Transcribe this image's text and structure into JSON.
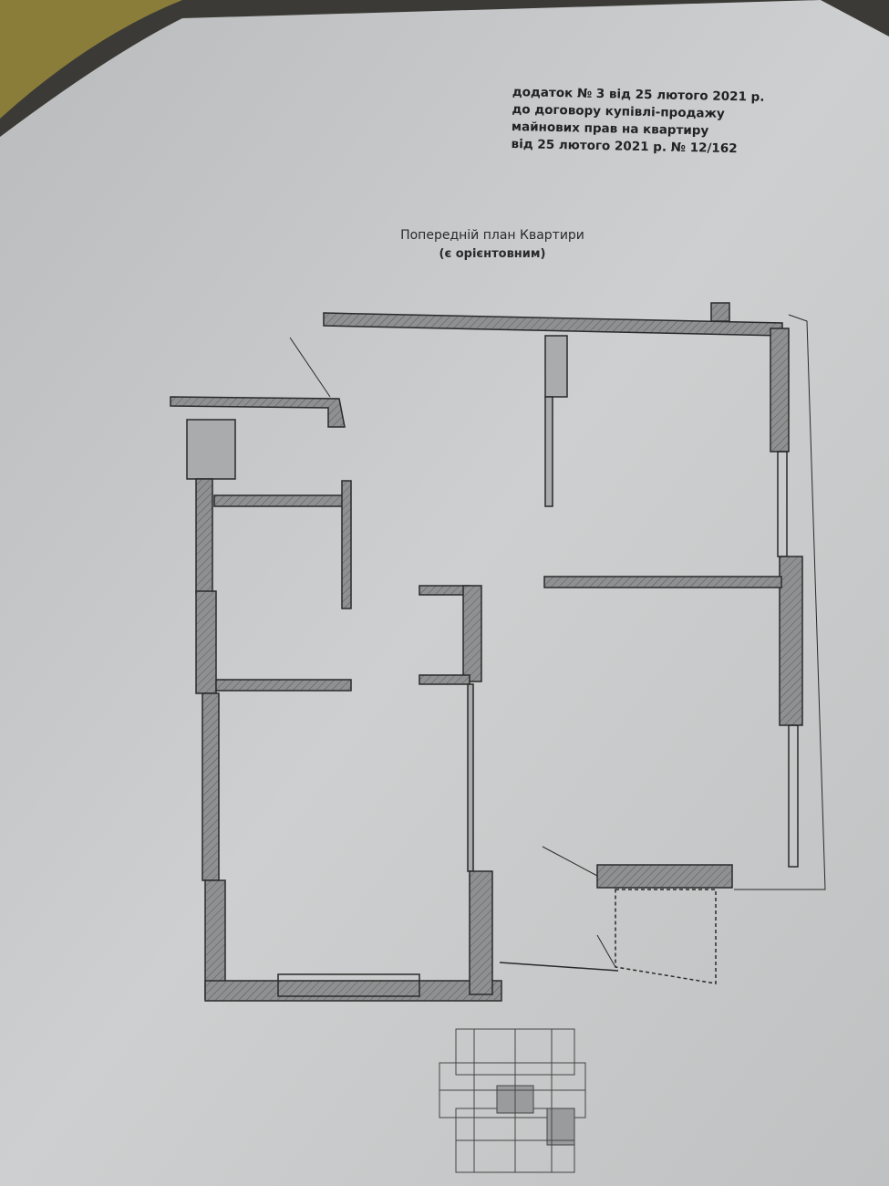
{
  "header_note": {
    "lines": [
      "додаток № 3 від 25 лютого 2021 р.",
      "до договору купівлі-продажу",
      "майнових прав на квартиру",
      "від 25 лютого 2021 р. № 12/162"
    ]
  },
  "plan": {
    "title": "Попередній план Квартири",
    "subtitle": "(є орієнтовним)"
  },
  "colors": {
    "paper": "#c8cacb",
    "wall": "#8e8f90",
    "line": "#2a2a2a"
  }
}
